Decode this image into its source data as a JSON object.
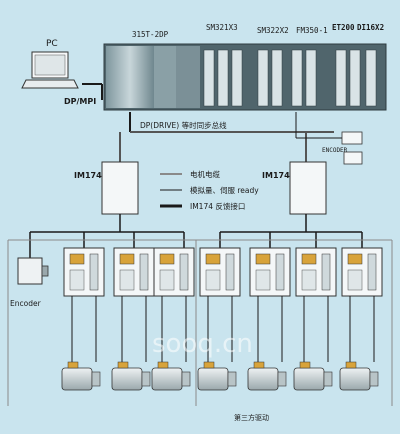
{
  "labels": {
    "pc": "PC",
    "dp_mpi": "DP/MPI",
    "cpu": "315T-2DP",
    "mod_sm321": "SM321X3",
    "mod_sm322": "SM322X2",
    "mod_fm350": "FM350-1",
    "mod_et200": "ET200",
    "mod_di16": "DI16X2",
    "bus": "DP(DRIVE) 等时同步总线",
    "encoder_top": "ENCODER",
    "im174_left": "IM174",
    "im174_right": "IM174",
    "encoder_left": "Encoder",
    "third_party": "第三方驱动",
    "watermark": "sooq.cn"
  },
  "legend": [
    {
      "label": "电机电缆",
      "color": "#8a8a8a"
    },
    {
      "label": "模拟量、伺服 ready",
      "color": "#1a1a1a"
    },
    {
      "label": "IM174 反馈接口",
      "color": "#1a1a1a"
    }
  ],
  "colors": {
    "background": "#c9e4ee",
    "module": "#3f5a63",
    "module_light": "#dfe9ec",
    "box_fill": "#f4f7f8",
    "line_dark": "#1a1a1a",
    "line_grey": "#8a8a8a",
    "bus": "#555555",
    "servo_accent": "#d8a33a"
  },
  "icons": {
    "pc": "laptop-icon",
    "drive": "servo-drive-icon",
    "motor": "servo-motor-icon",
    "encoder": "encoder-icon"
  }
}
